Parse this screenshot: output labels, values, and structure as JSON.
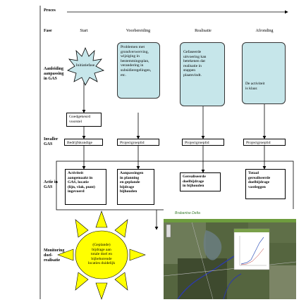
{
  "rows": {
    "proces": "Proces",
    "fase": "Fase",
    "aanleiding": [
      "Aanleiding",
      "aanpassing",
      "in GAS"
    ],
    "invaller": [
      "Invaller",
      "GAS"
    ],
    "actie": [
      "Actie in",
      "GAS"
    ],
    "monitoring": [
      "Monitoring",
      "doel-",
      "realisatie"
    ]
  },
  "phases": [
    "Start",
    "Voorbereiding",
    "Realisatie",
    "Afronding"
  ],
  "aanleiding": {
    "start": "Initiatiefase",
    "goedgekeurd": [
      "Goedgekeurd",
      "voorstel"
    ],
    "voorbereiding": [
      "Problemen met",
      "grondverwerving,",
      "wijziging in",
      "bestemmingsplan,",
      "verandering in",
      "subsidieregelingen,",
      "etc."
    ],
    "realisatie": [
      "Gefaseerde",
      "uitvoering kan",
      "betekenen dat",
      "realisatie in",
      "stappen",
      "plaatsvindt."
    ],
    "afronding": [
      "De activiteit",
      "is klaar."
    ]
  },
  "invaller": [
    "Bedrijfskundige",
    "Projectgroeplid",
    "Projectgroeplid",
    "Projectgroeplid"
  ],
  "actie": {
    "start": [
      "Activiteit",
      "aangemaakt in",
      "GAS, locatie",
      "(lijn, vlak, punt)",
      "ingevoerd"
    ],
    "voorbereiding": [
      "Aanpassingen",
      "in planning",
      "en geplande",
      "bijdrage",
      "bijhouden"
    ],
    "realisatie": [
      "Gerealiseerde",
      "doelbijdrage",
      "in bijhouden"
    ],
    "afronding": [
      "Totaal",
      "gerealiseerde",
      "doelbijdrage",
      "vastleggen"
    ]
  },
  "sun": [
    "(Geplande)",
    "bijdrage aan",
    "totale doel en",
    "bijbehorende",
    "locaties duidelijk"
  ],
  "map": {
    "logo": "Brabantse Delta"
  },
  "colors": {
    "teal": "#c6e6ea",
    "sun": "#ffff00",
    "arrow": "#000000"
  }
}
